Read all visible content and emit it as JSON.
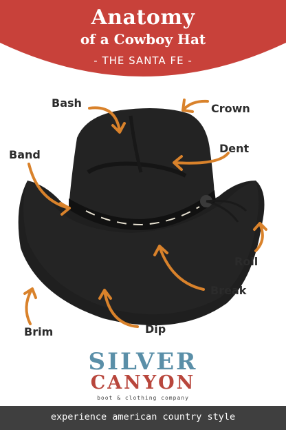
{
  "header": {
    "title_line1": "Anatomy",
    "title_line2": "of a Cowboy Hat",
    "subtitle": "- THE SANTA FE -"
  },
  "labels": {
    "bash": "Bash",
    "crown": "Crown",
    "band": "Band",
    "dent": "Dent",
    "roll": "Roll",
    "break": "Break",
    "brim": "Brim",
    "dip": "Dip"
  },
  "logo": {
    "line1": "SILVER",
    "line2": "CANYON",
    "tagline": "boot & clothing company"
  },
  "footer": {
    "tagline": "experience american country style"
  },
  "colors": {
    "banner_red": "#c8413a",
    "arrow_orange": "#d9822b",
    "hat_black": "#1e1e1e",
    "footer_gray": "#3f3f3f",
    "logo_blue": "#5a8fa8",
    "logo_red": "#b8463c"
  }
}
